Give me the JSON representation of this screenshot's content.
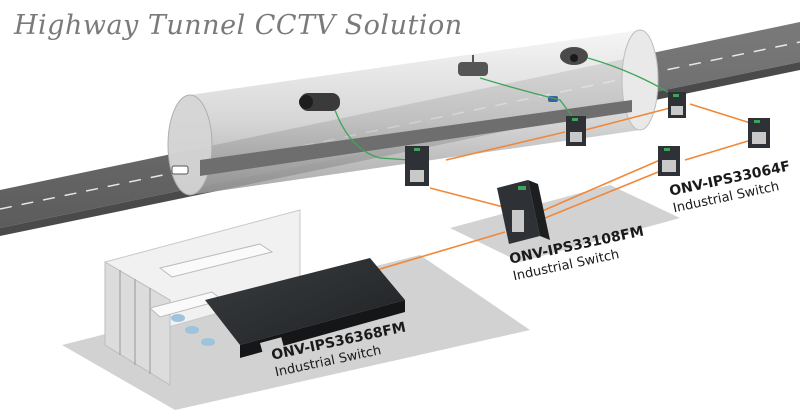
{
  "title": "Highway Tunnel CCTV Solution",
  "switches": [
    {
      "model": "ONV-IPS36368FM",
      "kind": "Industrial Switch"
    },
    {
      "model": "ONV-IPS33108FM",
      "kind": "Industrial Switch"
    },
    {
      "model": "ONV-IPS33064F",
      "kind": "Industrial Switch"
    }
  ],
  "colors": {
    "fiber": "#f0883a",
    "cable": "#3fa45a",
    "device": "#2e3236",
    "platform": "#d2d2d2",
    "title": "#7a7a7a"
  }
}
